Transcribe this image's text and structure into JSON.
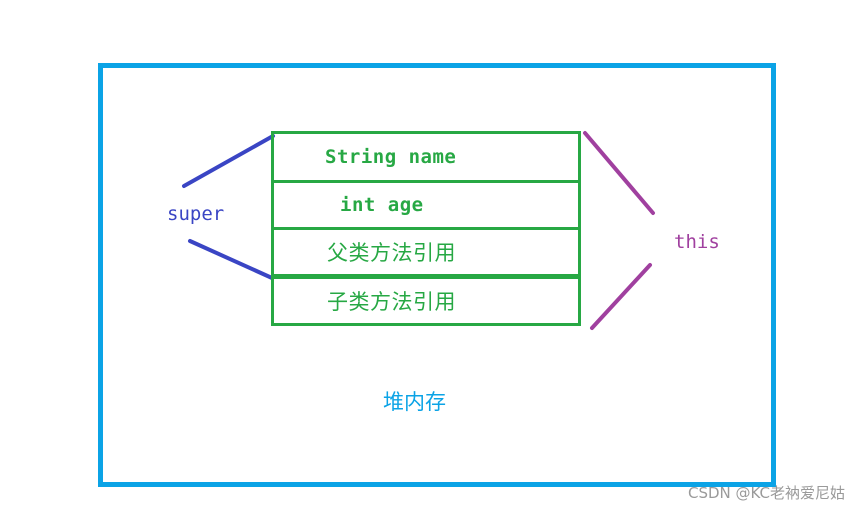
{
  "colors": {
    "heap_border": "#0ba3e6",
    "stack_border": "#27a844",
    "super": "#3a45c4",
    "this": "#a0409f",
    "watermark": "#9a9a9a"
  },
  "object_layout": {
    "rows": [
      "String name",
      "int age",
      "父类方法引用",
      "子类方法引用"
    ]
  },
  "labels": {
    "super": "super",
    "this": "this",
    "heap": "堆内存"
  },
  "watermark": "CSDN @KC老衲爱尼姑"
}
